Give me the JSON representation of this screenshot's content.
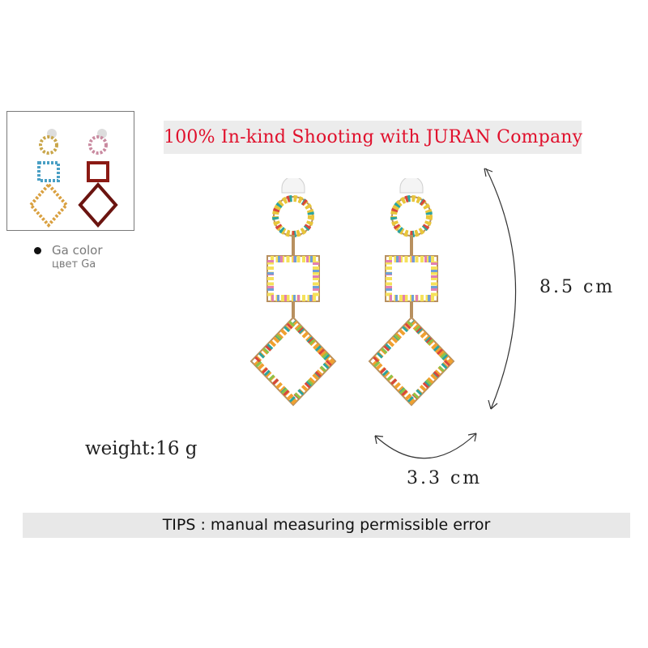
{
  "banner": {
    "text": "100% In-kind Shooting with JURAN Company"
  },
  "product": {
    "variant_label": "Ga color",
    "variant_label_ru": "цвет Ga",
    "weight_text": "weight:16 g",
    "height_text": "8.5 cm",
    "width_text": "3.3 cm"
  },
  "tips": {
    "text": "TIPS : manual measuring permissible error"
  },
  "colors": {
    "banner_text": "#e0102c",
    "banner_bg": "#ececec",
    "tips_bg": "#e8e8e8",
    "metal": "#b8905f",
    "variant_red": "#8b1a14"
  },
  "stone_palette": [
    "#e8c53a",
    "#2aa4a0",
    "#d9463c",
    "#6e9fd6",
    "#8bc34a",
    "#e27fb0",
    "#f0a030",
    "#c9d94a",
    "#4a7fc4",
    "#e8d070",
    "#9c5cc4",
    "#f5e15a"
  ]
}
